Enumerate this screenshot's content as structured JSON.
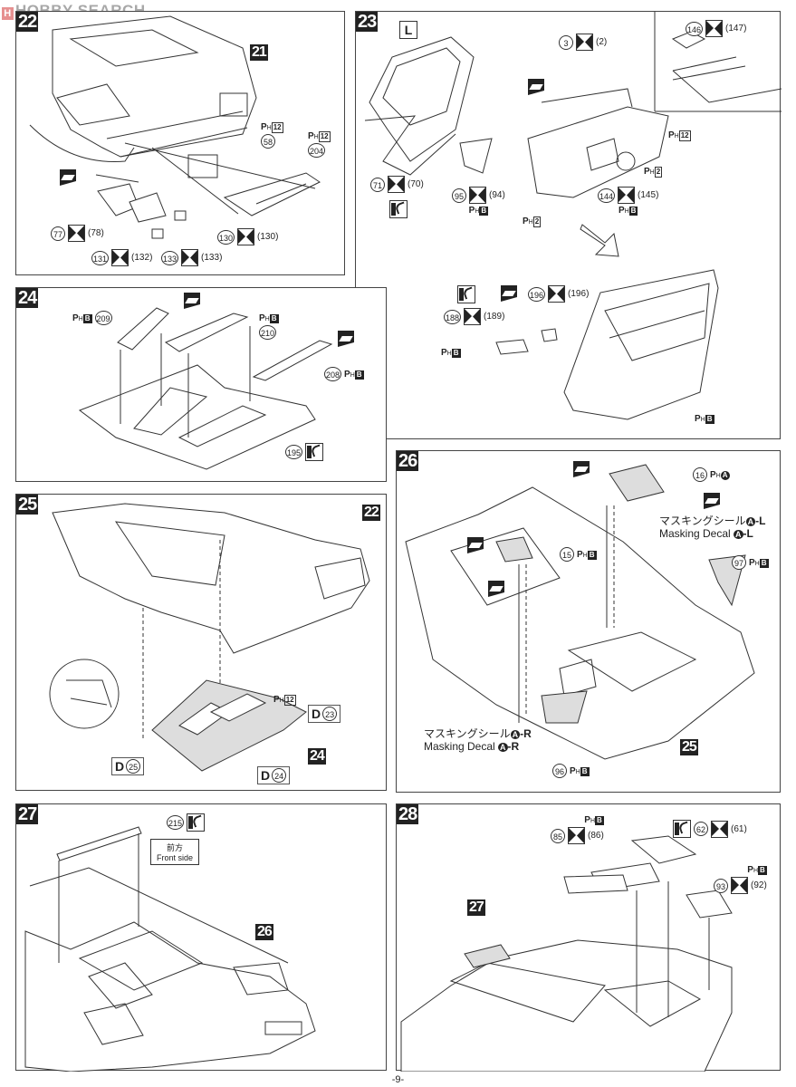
{
  "watermark": {
    "brand": "HOBBY SEARCH",
    "logo_glyph": "H"
  },
  "page_number": "-9-",
  "steps": [
    {
      "number": "22",
      "ref_step": "21",
      "labels": [
        {
          "part": "58",
          "paint": "PH",
          "paint_code": "12"
        },
        {
          "part": "204",
          "paint": "PH",
          "paint_code": "12"
        },
        {
          "part": "77",
          "pair": "78"
        },
        {
          "part": "131",
          "pair": "132"
        },
        {
          "part": "133",
          "pair": "133"
        },
        {
          "part": "130",
          "pair": "130"
        }
      ],
      "icons": [
        "glue-icon"
      ]
    },
    {
      "number": "23",
      "side_label": "L",
      "labels": [
        {
          "part": "3",
          "pair": "2"
        },
        {
          "part": "146",
          "pair": "147"
        },
        {
          "part": "71",
          "pair": "70"
        },
        {
          "part": "95",
          "pair": "94",
          "paint": "PH",
          "paint_code": "B"
        },
        {
          "part": "144",
          "pair": "145",
          "paint": "PH",
          "paint_code": "B"
        },
        {
          "part": "196",
          "pair": "196"
        },
        {
          "part": "188",
          "pair": "189"
        }
      ],
      "paint_marks": [
        {
          "paint": "PH",
          "paint_code": "12"
        },
        {
          "paint": "PH",
          "paint_code": "2"
        },
        {
          "paint": "PH",
          "paint_code": "2"
        },
        {
          "paint": "PH",
          "paint_code": "B"
        },
        {
          "paint": "PH",
          "paint_code": "B"
        }
      ]
    },
    {
      "number": "24",
      "labels": [
        {
          "part": "209",
          "paint": "PH",
          "paint_code": "B"
        },
        {
          "part": "210",
          "paint": "PH",
          "paint_code": "B"
        },
        {
          "part": "208",
          "paint": "PH",
          "paint_code": "B"
        },
        {
          "part": "195"
        }
      ]
    },
    {
      "number": "25",
      "ref_steps": [
        "22",
        "24"
      ],
      "paint_mark": {
        "paint": "PH",
        "paint_code": "12"
      },
      "decals": [
        {
          "letter": "D",
          "num": "23"
        },
        {
          "letter": "D",
          "num": "25"
        },
        {
          "letter": "D",
          "num": "24"
        }
      ]
    },
    {
      "number": "26",
      "ref_step": "25",
      "labels": [
        {
          "part": "16",
          "paint": "PH",
          "paint_code": "A"
        },
        {
          "part": "15",
          "paint": "PH",
          "paint_code": "B"
        },
        {
          "part": "97",
          "paint": "PH",
          "paint_code": "B"
        },
        {
          "part": "96",
          "paint": "PH",
          "paint_code": "B"
        }
      ],
      "masking_left_jp": "マスキングシール",
      "masking_left_en": "Masking Decal",
      "masking_left_suffix": "-L",
      "masking_right_jp": "マスキングシール",
      "masking_right_en": "Masking Decal",
      "masking_right_suffix": "-R",
      "masking_letter": "A"
    },
    {
      "number": "27",
      "ref_step": "26",
      "labels": [
        {
          "part": "215"
        }
      ],
      "front_jp": "前方",
      "front_en": "Front side"
    },
    {
      "number": "28",
      "ref_step": "27",
      "labels": [
        {
          "part": "85",
          "pair": "86",
          "paint": "PH",
          "paint_code": "B"
        },
        {
          "part": "62",
          "pair": "61"
        },
        {
          "part": "93",
          "pair": "92",
          "paint": "PH",
          "paint_code": "B"
        }
      ]
    }
  ],
  "legend": {
    "paint_prefix": "P",
    "paint_sub": "H"
  }
}
